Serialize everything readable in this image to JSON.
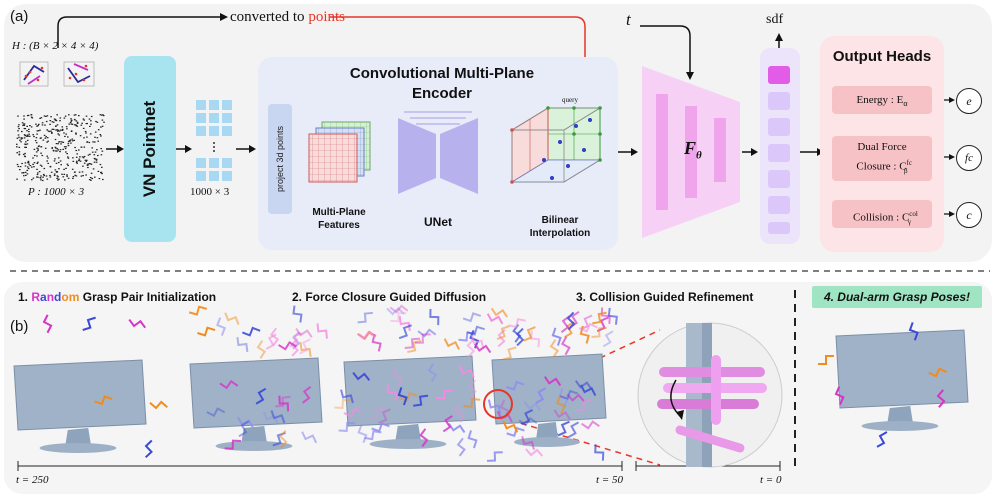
{
  "panel_a": {
    "label": "(a)",
    "input_h": "H : (B × 2 × 4 × 4)",
    "input_p": "P : 1000 × 3",
    "converted_prefix": "converted to ",
    "converted_word": "points",
    "vn_pointnet": "VN Pointnet",
    "feature_dims": "1000 × 3",
    "encoder_title_line1": "Convolutional Multi-Plane",
    "encoder_title_line2": "Encoder",
    "project_label": "project 3d points",
    "multiplane_line1": "Multi-Plane",
    "multiplane_line2": "Features",
    "unet_label": "UNet",
    "bilinear_line1": "Bilinear",
    "bilinear_line2": "Interpolation",
    "query_label": "query",
    "t_label": "t",
    "f_theta": "F",
    "f_theta_sub": "θ",
    "sdf_label": "sdf",
    "heads_title": "Output Heads",
    "head_energy": "Energy : E",
    "head_energy_sub": "α",
    "head_fc_line1": "Dual Force",
    "head_fc_line2": "Closure : C",
    "head_fc_sub": "β",
    "head_fc_sup": "fc",
    "head_col": "Collision : C",
    "head_col_sub": "γ",
    "head_col_sup": "col",
    "out_e": "e",
    "out_fc": "fc",
    "out_c": "c"
  },
  "panel_b": {
    "label": "(b)",
    "step1_num": "1. ",
    "step1_rand": [
      "R",
      "a",
      "n",
      "d",
      "o",
      "m"
    ],
    "step1_rest": " Grasp Pair Initialization",
    "step2": "2. Force Closure Guided Diffusion",
    "step3": "3. Collision Guided Refinement",
    "step4": "4. Dual-arm Grasp Poses!",
    "t_start": "t = 250",
    "t_mid": "t = 50",
    "t_end": "t = 0"
  },
  "colors": {
    "vn": "#a8e4f0",
    "encoder_bg": "#e8ecf8",
    "heads_bg": "#fde4e6",
    "head_box": "#f7c2c6",
    "f_theta": "#f4c8f4",
    "sdf_cell": "#dcc7fa",
    "sdf_top": "#e35ce8",
    "points_red": "#e5362a",
    "random_magenta": "#d633c9",
    "random_orange": "#f08c1e",
    "random_blue": "#3a49d8",
    "final_green": "#9fe5c4"
  }
}
